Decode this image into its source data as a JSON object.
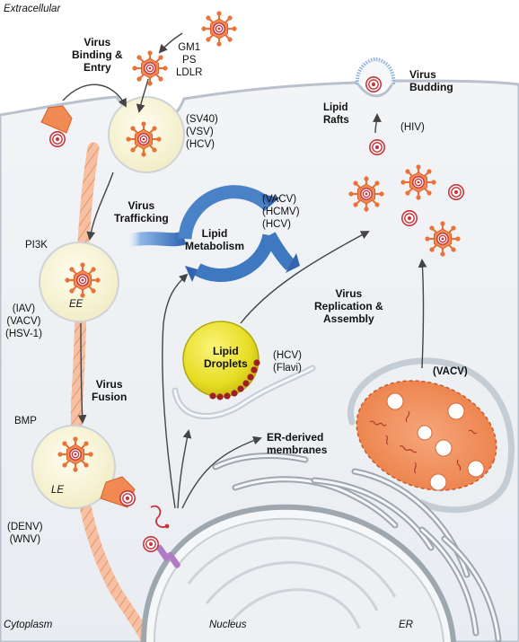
{
  "regions": {
    "extracellular": "Extracellular",
    "cytoplasm": "Cytoplasm",
    "nucleus": "Nucleus",
    "er": "ER"
  },
  "labels": {
    "entry_title": "Virus\nBinding &\nEntry",
    "receptors": "GM1\nPS\nLDLR",
    "entry_viruses": "(SV40)\n(VSV)\n(HCV)",
    "budding_title": "Virus\nBudding",
    "lipid_rafts": "Lipid\nRafts",
    "hiv": "(HIV)",
    "trafficking": "Virus\nTrafficking",
    "lipid_metabolism": "Lipid\nMetabolism",
    "metabolism_viruses": "(VACV)\n(HCMV)\n(HCV)",
    "pi3k": "PI3K",
    "early_endosome": "EE",
    "ee_viruses": "(IAV)\n(VACV)\n(HSV-1)",
    "replication": "Virus\nReplication &\nAssembly",
    "lipid_droplets": "Lipid\nDroplets",
    "droplet_viruses": "(HCV)\n(Flavi)",
    "fusion": "Virus\nFusion",
    "bmp": "BMP",
    "vacv": "(VACV)",
    "er_membranes": "ER-derived\nmembranes",
    "late_endosome": "LE",
    "le_viruses": "(DENV)\n(WNV)"
  },
  "colors": {
    "virus_orange": "#e8733a",
    "virus_core": "#c8343a",
    "membrane_cyto": "#eef1f4",
    "endosome_fill": "#fbf8df",
    "lipid_droplet": "#e4dc25",
    "metabolism_blue": "#3d78c0",
    "filament_peach": "#f3b08f",
    "factory_orange": "#f29361",
    "nuclear_pore": "#b07cc6"
  }
}
